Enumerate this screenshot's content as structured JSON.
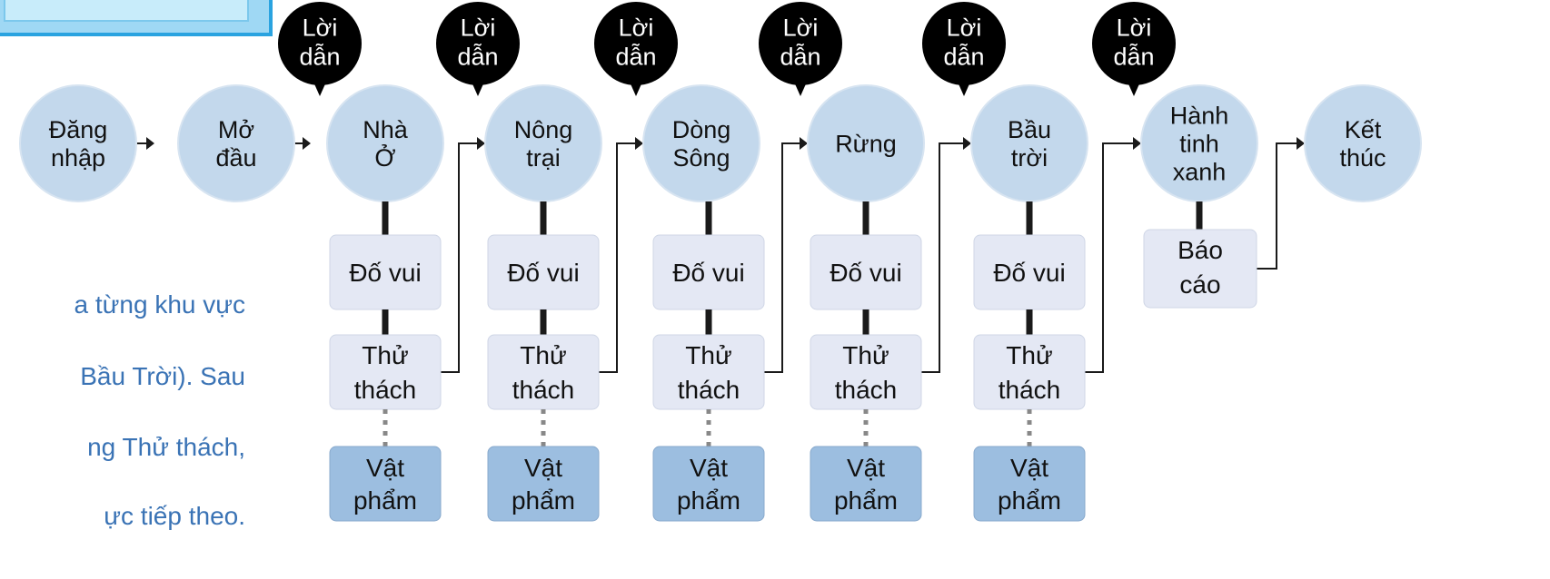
{
  "main_nodes": [
    {
      "label": "Đăng\nnhập"
    },
    {
      "label": "Mở\nđầu"
    },
    {
      "label": "Nhà\nỞ"
    },
    {
      "label": "Nông\ntrại"
    },
    {
      "label": "Dòng\nSông"
    },
    {
      "label": "Rừng"
    },
    {
      "label": "Bầu\ntrời"
    },
    {
      "label": "Hành\ntinh\nxanh"
    },
    {
      "label": "Kết\nthúc"
    }
  ],
  "narration_label": "Lời\ndẫn",
  "quiz_label": "Đố vui",
  "challenge_label": "Thử\nthách",
  "item_label": "Vật\nphẩm",
  "report_label": "Báo\ncáo",
  "description_lines": [
    "a từng khu vực",
    "Bầu Trời). Sau",
    "ng Thử thách,",
    "ực tiếp theo."
  ],
  "colors": {
    "node_fill": "#c3d8ec",
    "box_fill": "#e4e8f4",
    "item_fill": "#9cbee0",
    "bubble_fill": "#000000",
    "connector": "#1a1a1a",
    "description_text": "#3a73b5",
    "thumbnail_border": "#2aa3e0"
  }
}
